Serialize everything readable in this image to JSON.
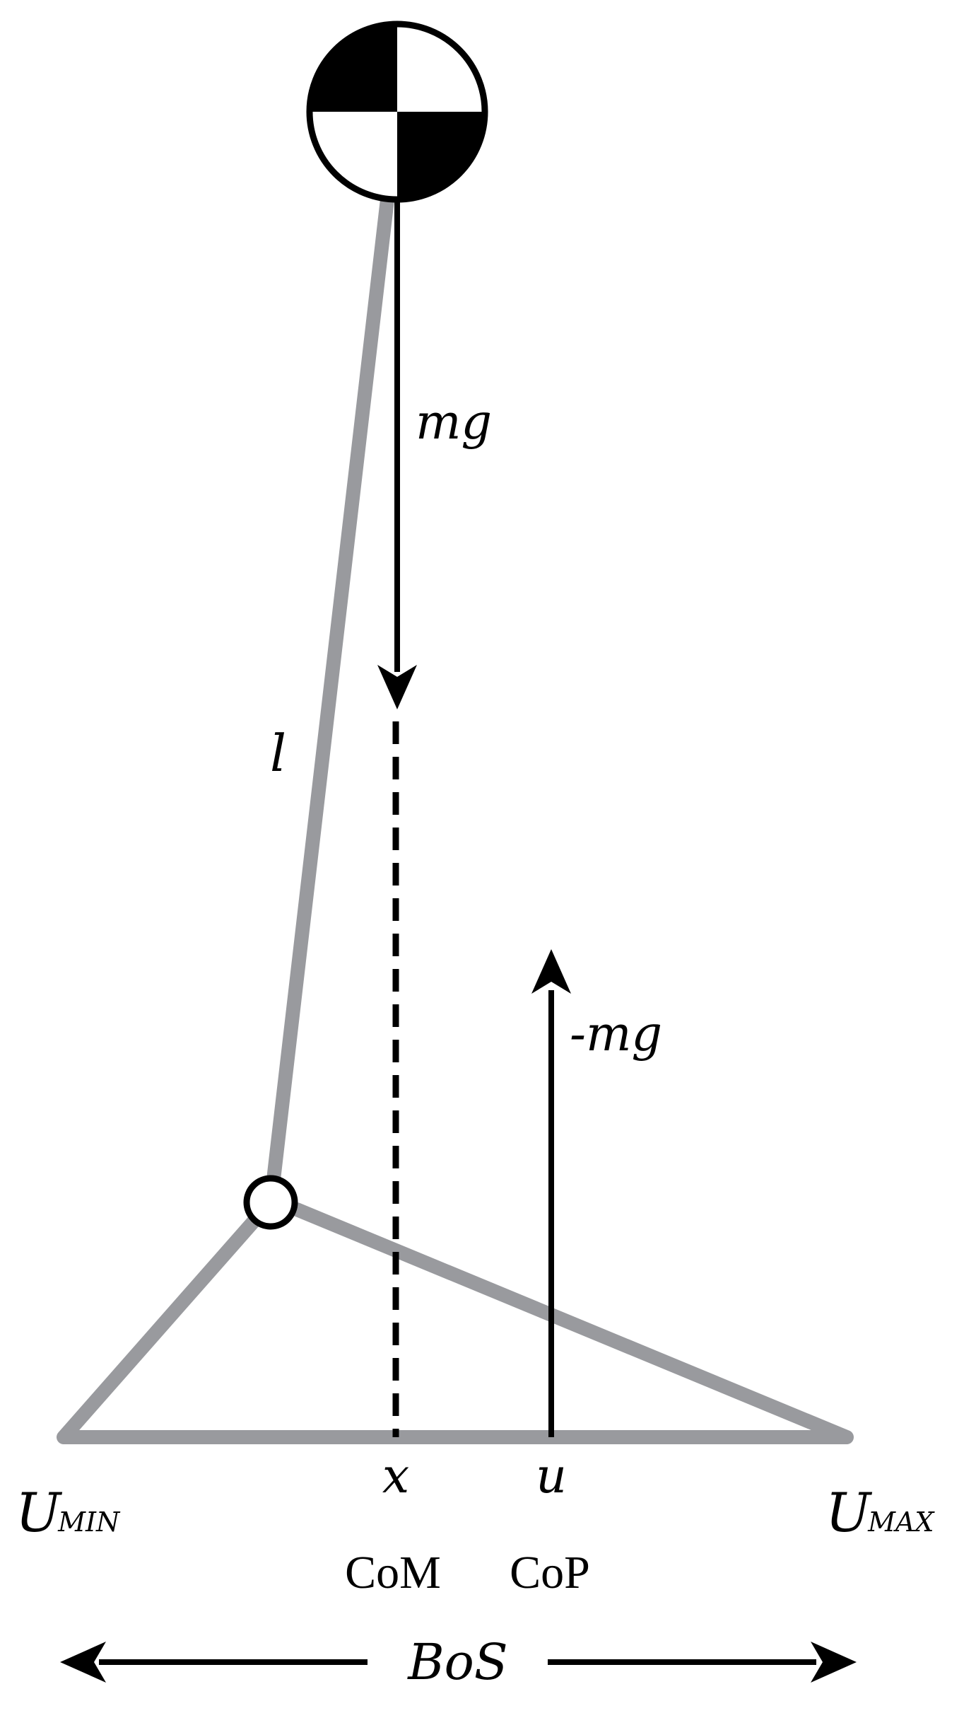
{
  "diagram": {
    "labels": {
      "weight_force": "mg",
      "length": "l",
      "reaction_force": "-mg",
      "com_symbol": "x",
      "cop_symbol": "u",
      "u_min_main": "U",
      "u_min_sub": "MIN",
      "u_max_main": "U",
      "u_max_sub": "MAX",
      "com_name": "CoM",
      "cop_name": "CoP",
      "base_of_support": "BoS"
    },
    "colors": {
      "segment_gray": "#999a9e",
      "ink": "#000000",
      "background": "#ffffff"
    },
    "icons": {
      "center_of_mass": "center-of-mass-icon",
      "ankle_joint": "joint-circle-icon"
    }
  }
}
